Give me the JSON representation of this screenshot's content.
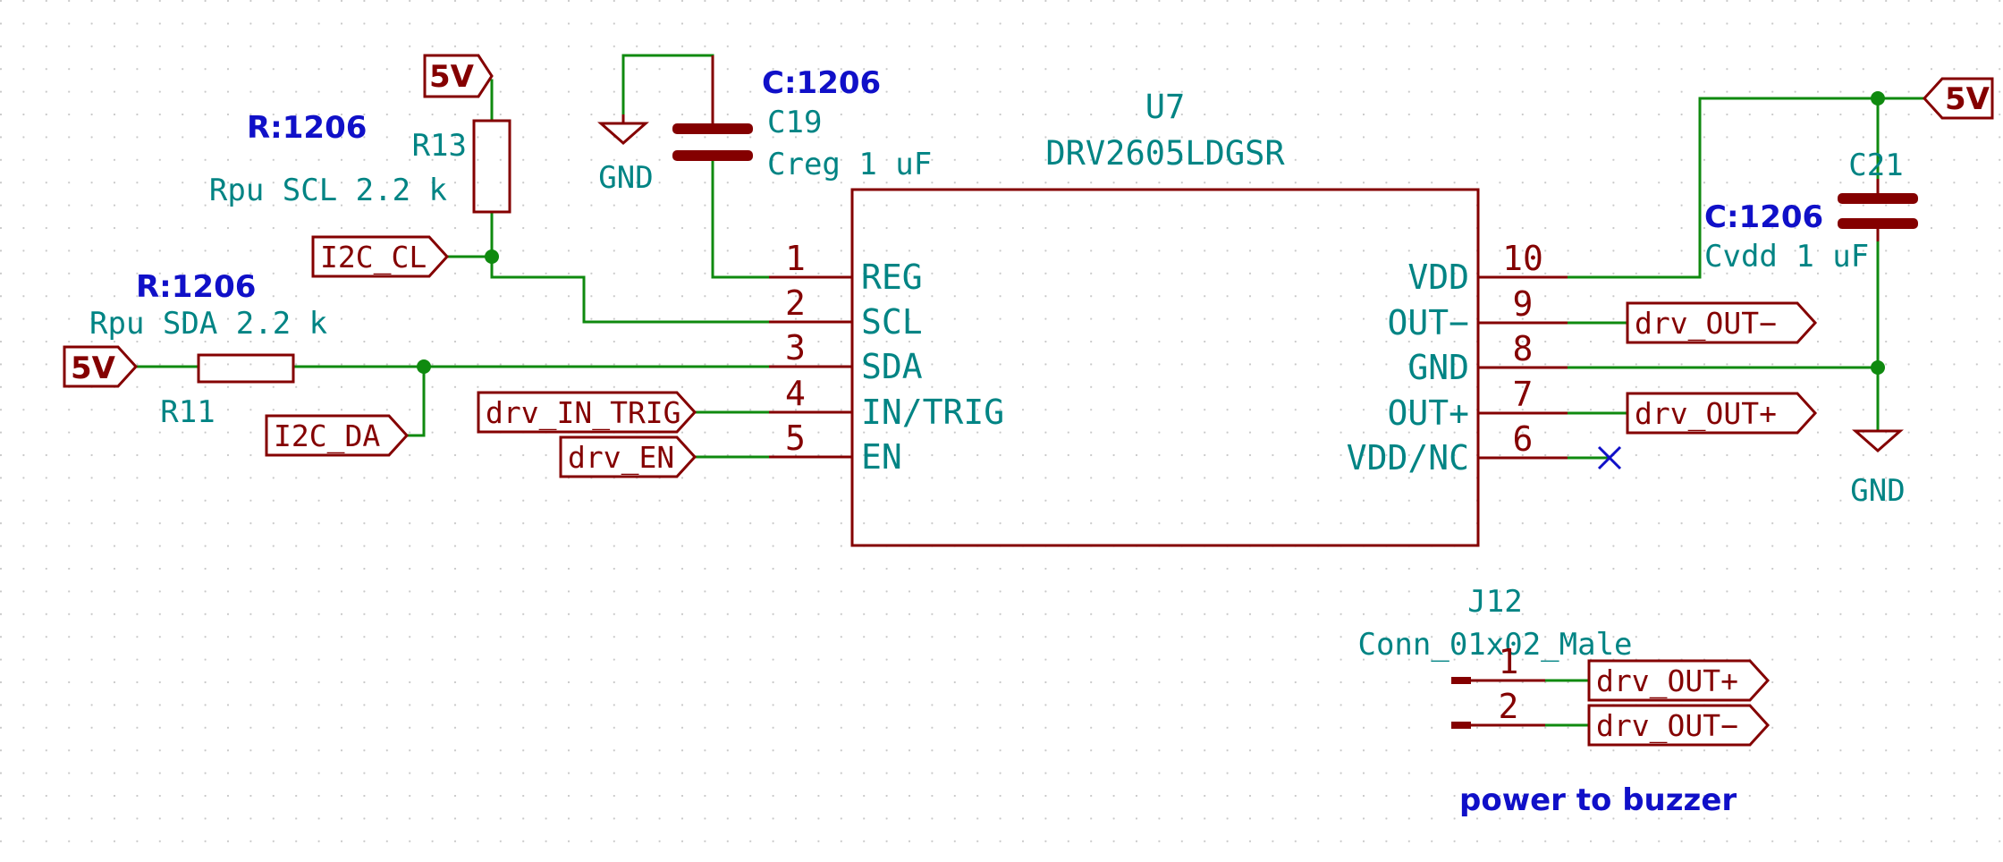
{
  "u7": {
    "ref": "U7",
    "value": "DRV2605LDGSR",
    "left_pins": [
      {
        "num": "1",
        "name": "REG"
      },
      {
        "num": "2",
        "name": "SCL"
      },
      {
        "num": "3",
        "name": "SDA"
      },
      {
        "num": "4",
        "name": "IN/TRIG"
      },
      {
        "num": "5",
        "name": "EN"
      }
    ],
    "right_pins": [
      {
        "num": "10",
        "name": "VDD"
      },
      {
        "num": "9",
        "name": "OUT−"
      },
      {
        "num": "8",
        "name": "GND"
      },
      {
        "num": "7",
        "name": "OUT+"
      },
      {
        "num": "6",
        "name": "VDD/NC"
      }
    ]
  },
  "r13": {
    "ref": "R13",
    "value": "Rpu SCL 2.2 k",
    "footprint": "R:1206"
  },
  "r11": {
    "ref": "R11",
    "value": "Rpu SDA 2.2 k",
    "footprint": "R:1206"
  },
  "c19": {
    "ref": "C19",
    "value": "Creg 1 uF",
    "footprint": "C:1206"
  },
  "c21": {
    "ref": "C21",
    "value": "Cvdd 1 uF",
    "footprint": "C:1206"
  },
  "j12": {
    "ref": "J12",
    "value": "Conn_01x02_Male",
    "pins": [
      "1",
      "2"
    ]
  },
  "power": {
    "vcc": "5V",
    "gnd": "GND"
  },
  "labels": {
    "i2c_cl": "I2C_CL",
    "i2c_da": "I2C_DA",
    "drv_in_trig": "drv_IN_TRIG",
    "drv_en": "drv_EN",
    "drv_out_minus": "drv_OUT−",
    "drv_out_plus": "drv_OUT+"
  },
  "note": "power to buzzer",
  "colors": {
    "wire": "#0f8a0f",
    "symbol": "#840000",
    "field_text": "#008484",
    "note_text": "#1010c8",
    "grid_dot": "#c8c8c8"
  }
}
